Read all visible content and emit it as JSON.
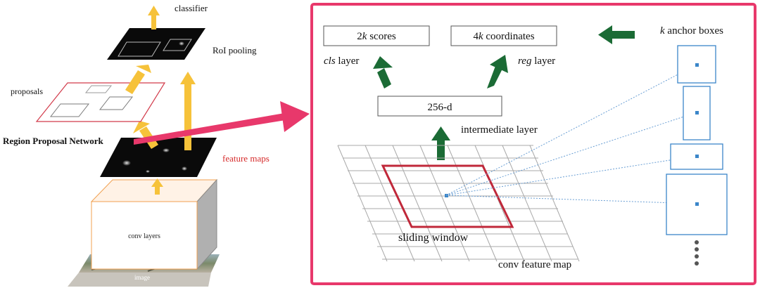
{
  "left_pipeline": {
    "classifier": "classifier",
    "roi_pooling": "RoI pooling",
    "proposals": "proposals",
    "rpn": "Region Proposal Network",
    "feature_maps": "feature maps",
    "conv_layers": "conv layers",
    "image": "image"
  },
  "rpn_detail": {
    "cls_output": {
      "count": "2",
      "var": "k",
      "unit": " scores"
    },
    "reg_output": {
      "count": "4",
      "var": "k",
      "unit": " coordinates"
    },
    "cls_layer": {
      "name": "cls",
      "suffix": " layer"
    },
    "reg_layer": {
      "name": "reg",
      "suffix": " layer"
    },
    "intermediate_box": "256-d",
    "intermediate_label": "intermediate layer",
    "sliding_window": "sliding window",
    "conv_feature_map": "conv feature map",
    "anchor_title": {
      "var": "k",
      "text": " anchor boxes"
    }
  },
  "colors": {
    "highlight_frame": "#e8386b",
    "arrow_green": "#1b6b35",
    "arrow_yellow": "#f6c23a",
    "sliding_window": "#c0283a",
    "anchor_box": "#3b86c9",
    "feature_maps_text": "#d62b2b",
    "proposal_outline": "#d23a4a",
    "conv_box_outline": "#f0a050"
  }
}
